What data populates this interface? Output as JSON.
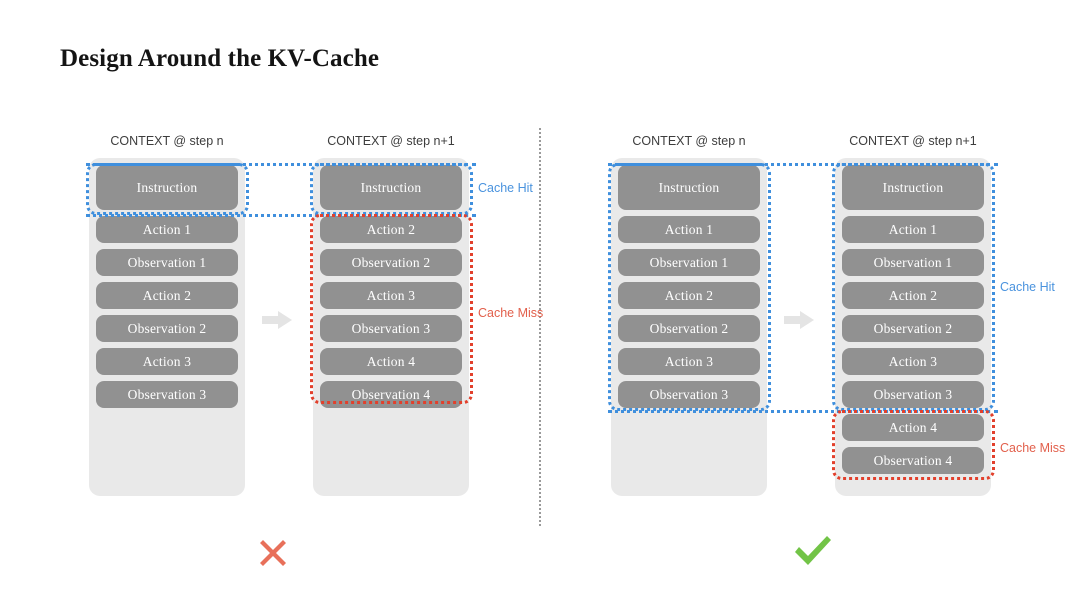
{
  "slide": {
    "title": "Design Around the KV-Cache"
  },
  "legend": {
    "cache_hit": "Cache Hit",
    "cache_miss": "Cache Miss"
  },
  "icons": {
    "arrow": "arrow-right-icon",
    "cross": "cross-mark-icon",
    "check": "check-mark-icon",
    "divider": "vertical-dotted-divider"
  },
  "colors": {
    "box_fill": "#919191",
    "container_fill": "#e9e9e9",
    "cache_hit": "#4a93de",
    "cache_miss": "#e2604c",
    "cross_mark": "#e8705a",
    "check_mark": "#72c447",
    "arrow": "#e4e4e4",
    "title": "#141414"
  },
  "panels": [
    {
      "id": "bad",
      "verdict": "cross",
      "columns": [
        {
          "id": "bad-step-n",
          "label": "CONTEXT @ step n",
          "items": [
            "Instruction",
            "Action 1",
            "Observation 1",
            "Action 2",
            "Observation 2",
            "Action 3",
            "Observation 3"
          ]
        },
        {
          "id": "bad-step-n1",
          "label": "CONTEXT @ step n+1",
          "items": [
            "Instruction",
            "Action 2",
            "Observation 2",
            "Action 3",
            "Observation 3",
            "Action 4",
            "Observation 4"
          ]
        }
      ]
    },
    {
      "id": "good",
      "verdict": "check",
      "columns": [
        {
          "id": "good-step-n",
          "label": "CONTEXT @ step n",
          "items": [
            "Instruction",
            "Action 1",
            "Observation 1",
            "Action 2",
            "Observation 2",
            "Action 3",
            "Observation 3"
          ]
        },
        {
          "id": "good-step-n1",
          "label": "CONTEXT @ step n+1",
          "items": [
            "Instruction",
            "Action 1",
            "Observation 1",
            "Action 2",
            "Observation 2",
            "Action 3",
            "Observation 3",
            "Action 4",
            "Observation 4"
          ]
        }
      ]
    }
  ]
}
